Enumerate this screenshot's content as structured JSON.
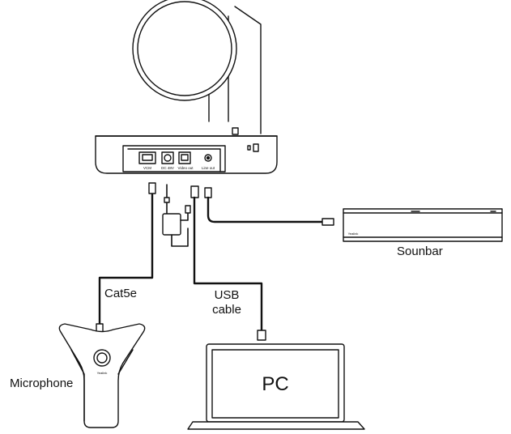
{
  "labels": {
    "sounbar": "Sounbar",
    "cat5e": "Cat5e",
    "usb_cable_line1": "USB",
    "usb_cable_line2": "cable",
    "microphone": "Microphone",
    "pc": "PC"
  },
  "ports": {
    "vcm": "VCM",
    "dc_48v": "DC 48V",
    "video_out": "Video out",
    "line_out": "Line out"
  },
  "brand": {
    "microphone_logo": "Yealink",
    "soundbar_logo": "Yealink"
  },
  "colors": {
    "line": "#111111",
    "fill": "#ffffff"
  }
}
